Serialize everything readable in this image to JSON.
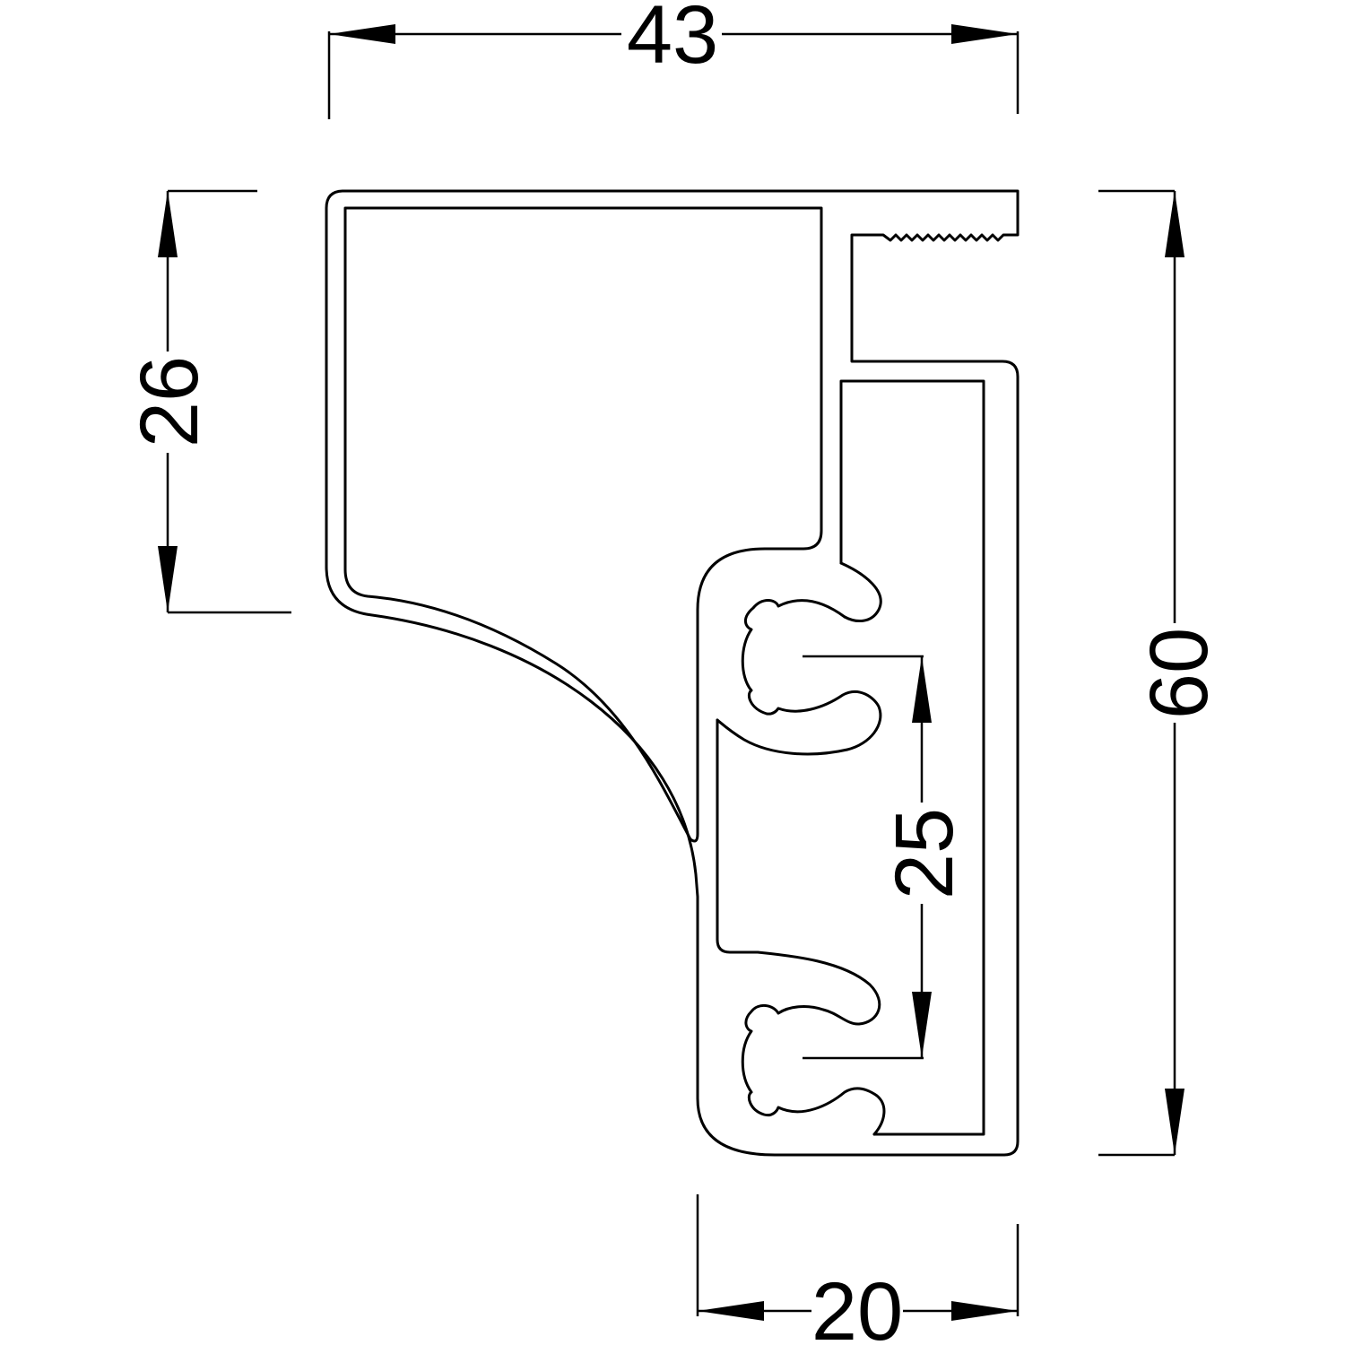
{
  "dimensions": {
    "overall_width": "43",
    "bottom_width": "20",
    "top_height": "26",
    "overall_height": "60",
    "slot_spacing": "25"
  },
  "colors": {
    "line": "#000000",
    "background": "#ffffff"
  }
}
